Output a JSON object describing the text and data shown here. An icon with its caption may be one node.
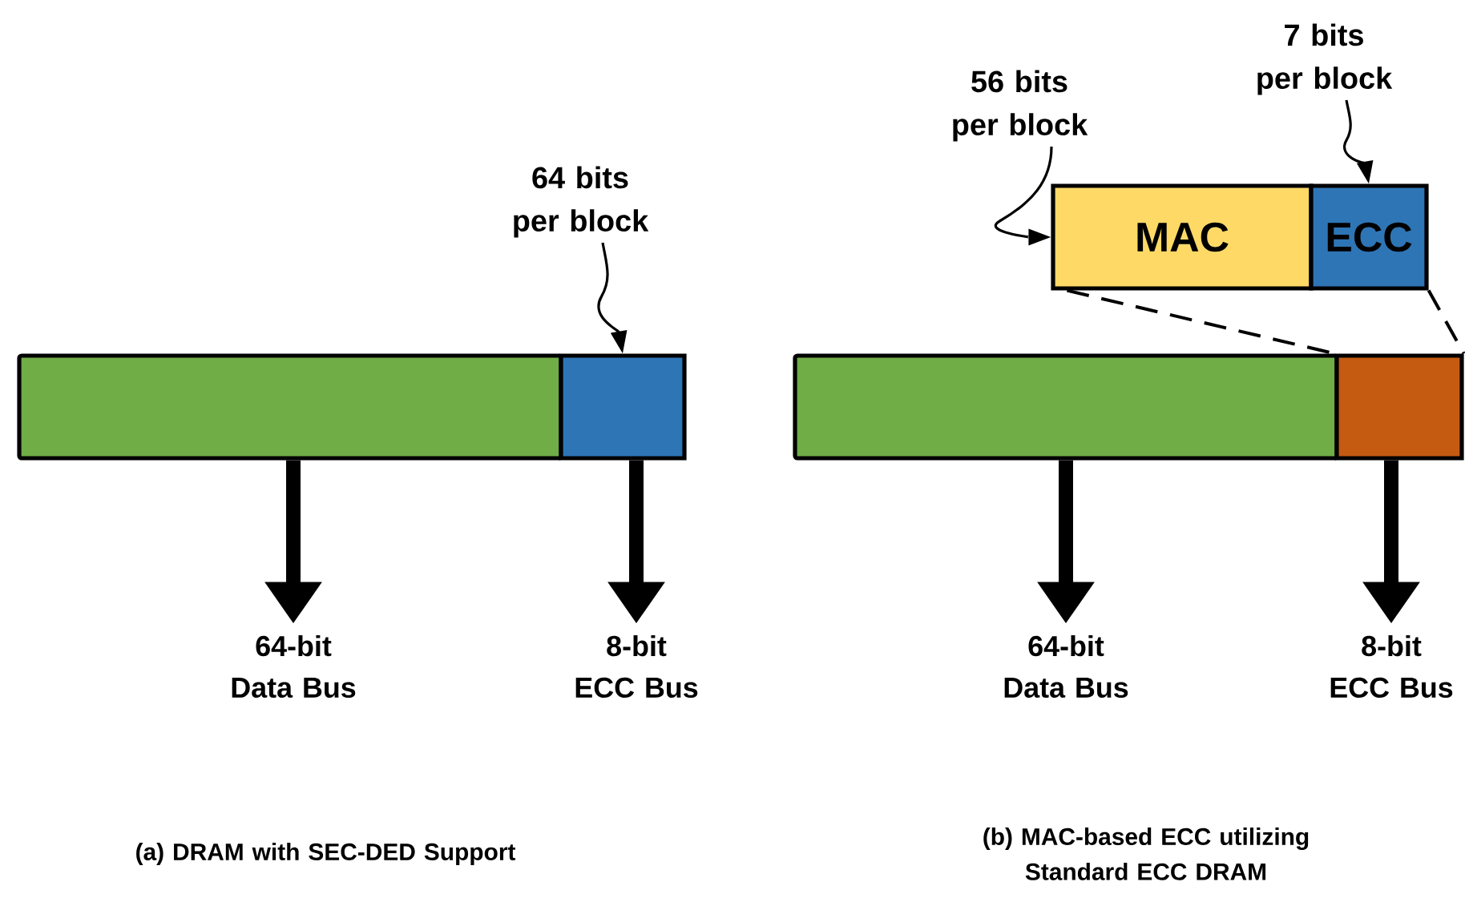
{
  "diagram": {
    "nodes": [
      {
        "text": [],
        "shape": "bar"
      },
      {
        "text": [],
        "shape": "box"
      },
      {
        "text": [
          "64 bits per block"
        ]
      },
      {
        "text": [
          "64-bit Data Bus"
        ]
      },
      {
        "text": [
          "8-bit ECC Bus"
        ]
      },
      {
        "text": [],
        "shape": "bar"
      },
      {
        "text": [],
        "shape": "box"
      },
      {
        "text": [
          "64-bit Data Bus"
        ]
      },
      {
        "text": [
          "8-bit ECC Bus"
        ]
      },
      {
        "text": [
          "MAC"
        ]
      },
      {
        "text": [
          "ECC"
        ]
      },
      {
        "text": [
          "56 bits per block"
        ]
      },
      {
        "text": [
          "7 bits per block"
        ]
      }
    ],
    "edges": [
      {
        "from": 2,
        "to": 1,
        "arrow": "to"
      },
      {
        "from": 0,
        "to": 3,
        "arrow": "to",
        "style": "thick"
      },
      {
        "from": 1,
        "to": 4,
        "arrow": "to",
        "style": "thick"
      },
      {
        "from": 5,
        "to": 7,
        "arrow": "to",
        "style": "thick"
      },
      {
        "from": 6,
        "to": 8,
        "arrow": "to",
        "style": "thick"
      },
      {
        "from": 11,
        "to": 9,
        "arrow": "to"
      },
      {
        "from": 12,
        "to": 10,
        "arrow": "to"
      },
      {
        "from": 9,
        "to": 6,
        "arrow": "none",
        "style": "dashed"
      },
      {
        "from": 10,
        "to": 6,
        "arrow": "none",
        "style": "dashed"
      }
    ],
    "labels": [
      "(a) DRAM with SEC-DED Support",
      "(b) MAC-based ECC utilizing Standard ECC DRAM"
    ]
  }
}
